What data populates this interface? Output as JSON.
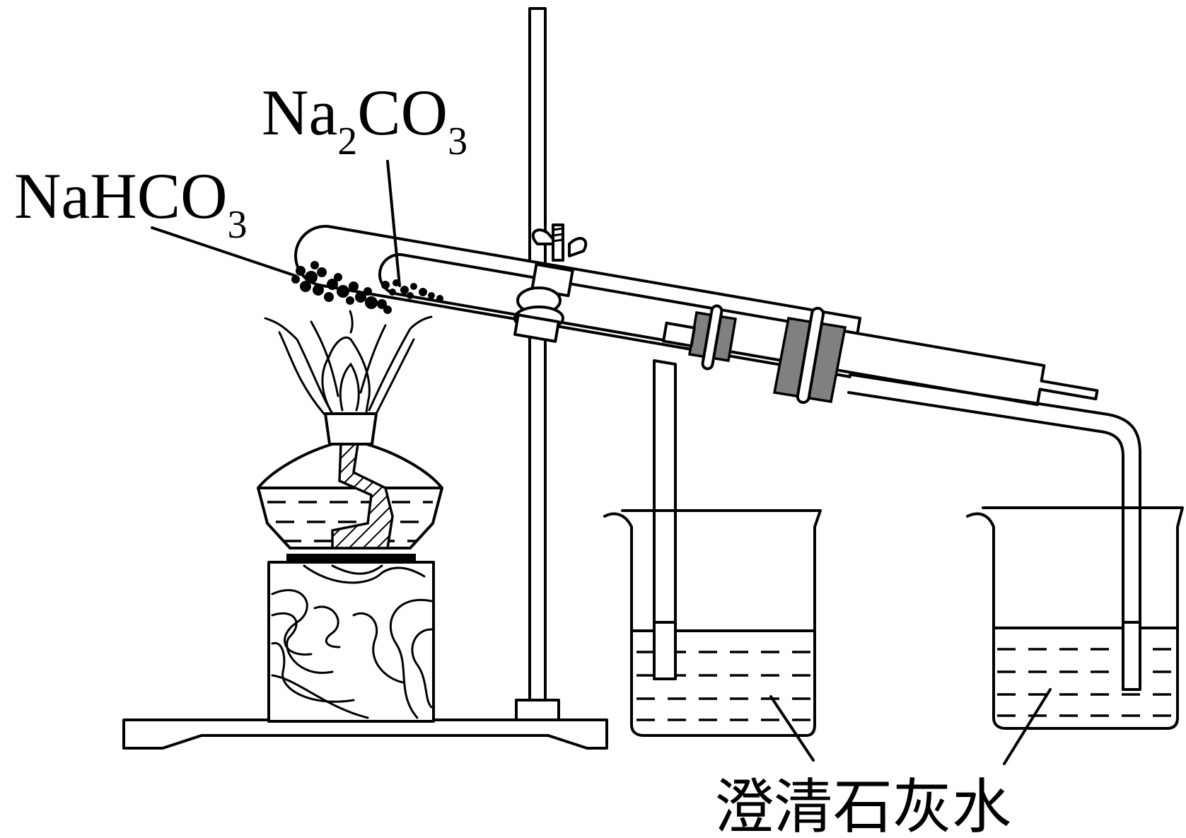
{
  "labels": {
    "na2co3": {
      "main": "Na",
      "sub1": "2",
      "mid": "CO",
      "sub2": "3"
    },
    "nahco3": {
      "main": "NaHCO",
      "sub": "3"
    },
    "limewater": "澄清石灰水"
  }
}
